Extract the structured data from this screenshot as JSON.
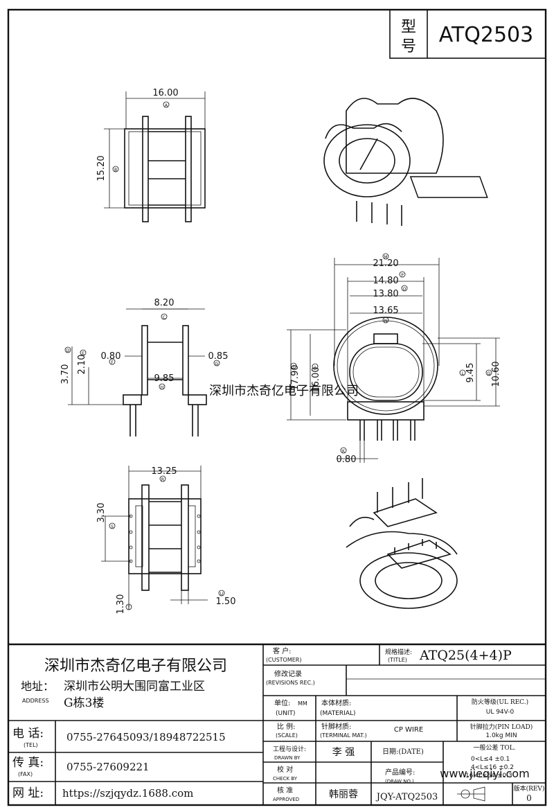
{
  "header": {
    "model_label": "型号",
    "model_label_top": "型",
    "model_label_bottom": "号",
    "model_number": "ATQ2503"
  },
  "drawing": {
    "dims": {
      "d16": "16.00",
      "d1520": "15.20",
      "d2120": "21.20",
      "d1480": "14.80",
      "d1380": "13.80",
      "d1365": "13.65",
      "d820": "8.20",
      "d080a": "0.80",
      "d085": "0.85",
      "d370": "3.70",
      "d210": "2.10",
      "d985": "9.85",
      "d1790": "17.90",
      "d1600": "16.00",
      "d945": "9.45",
      "d1060": "10.60",
      "d080b": "0.80",
      "d1325": "13.25",
      "d330": "3.30",
      "d130": "1.30",
      "d150": "1.50"
    },
    "refs": {
      "A": "A",
      "B": "B",
      "C": "C",
      "D": "D",
      "E": "E",
      "F": "F",
      "G": "G",
      "H": "H",
      "I": "I",
      "J": "J",
      "K": "K",
      "L": "L",
      "M": "M",
      "N": "N",
      "O": "O",
      "P": "P",
      "Q": "Q",
      "R": "R",
      "S": "S",
      "T": "T",
      "U": "U"
    },
    "watermark": "深圳市杰奇亿电子有限公司"
  },
  "title_block": {
    "company": "深圳市杰奇亿电子有限公司",
    "address_label": "地址：",
    "address_label_en": "ADDRESS",
    "address_line1": "深圳市公明大围同富工业区",
    "address_line2": "G栋3楼",
    "tel_label": "电 话:",
    "tel_label_en": "(TEL)",
    "tel_value": "0755-27645093/18948722515",
    "fax_label": "传 真:",
    "fax_label_en": "(FAX)",
    "fax_value": "0755-27609221",
    "web_label": "网 址:",
    "web_value": "https://szjqydz.1688.com",
    "customer_label": "客 户:",
    "customer_label_en": "(CUSTOMER)",
    "title_label": "规格描述:",
    "title_label_en": "(TITLE)",
    "title_value": "ATQ25(4+4)P",
    "revisions_label": "修改记录",
    "revisions_label_en": "(REVISIONS REC.)",
    "unit_label": "单位:",
    "unit_value": "MM",
    "unit_label_en": "(UNIT)",
    "material_label": "本体材质:",
    "material_label_en": "(MATERIAL)",
    "ul_label": "防火等级(UL REC.)",
    "ul_value": "UL 94V-0",
    "scale_label": "比 例:",
    "scale_label_en": "(SCALE)",
    "terminal_label": "针脚材质:",
    "terminal_label_en": "(TERMINAL MAT.)",
    "terminal_value": "CP WIRE",
    "pin_load_label": "针脚拉力(PIN LOAD)",
    "pin_load_value": "1.0kg MIN",
    "drawn_label": "工程与设计:",
    "drawn_label_en": "DRAWN BY",
    "drawn_value": "李 强",
    "date_label": "日期:(DATE)",
    "tol_label": "一般公差 TOL.",
    "tol1": "0<L≤4  ±0.1",
    "tol2": "4<L≤16 ±0.2",
    "tol3": "16<L≤64 ±0.3",
    "check_label": "校 对",
    "check_label_en": "CHECK BY",
    "product_no_label": "产品编号:",
    "product_no_label_en": "(DRAW NO.)",
    "product_no_value": "JQY-ATQ2503",
    "approved_label": "核 准",
    "approved_label_en": "APPROVED",
    "approved_value": "韩丽蓉",
    "rev_label": "版本(REV)",
    "rev_value": "0",
    "watermark2": "www.jieqiyi.com"
  }
}
